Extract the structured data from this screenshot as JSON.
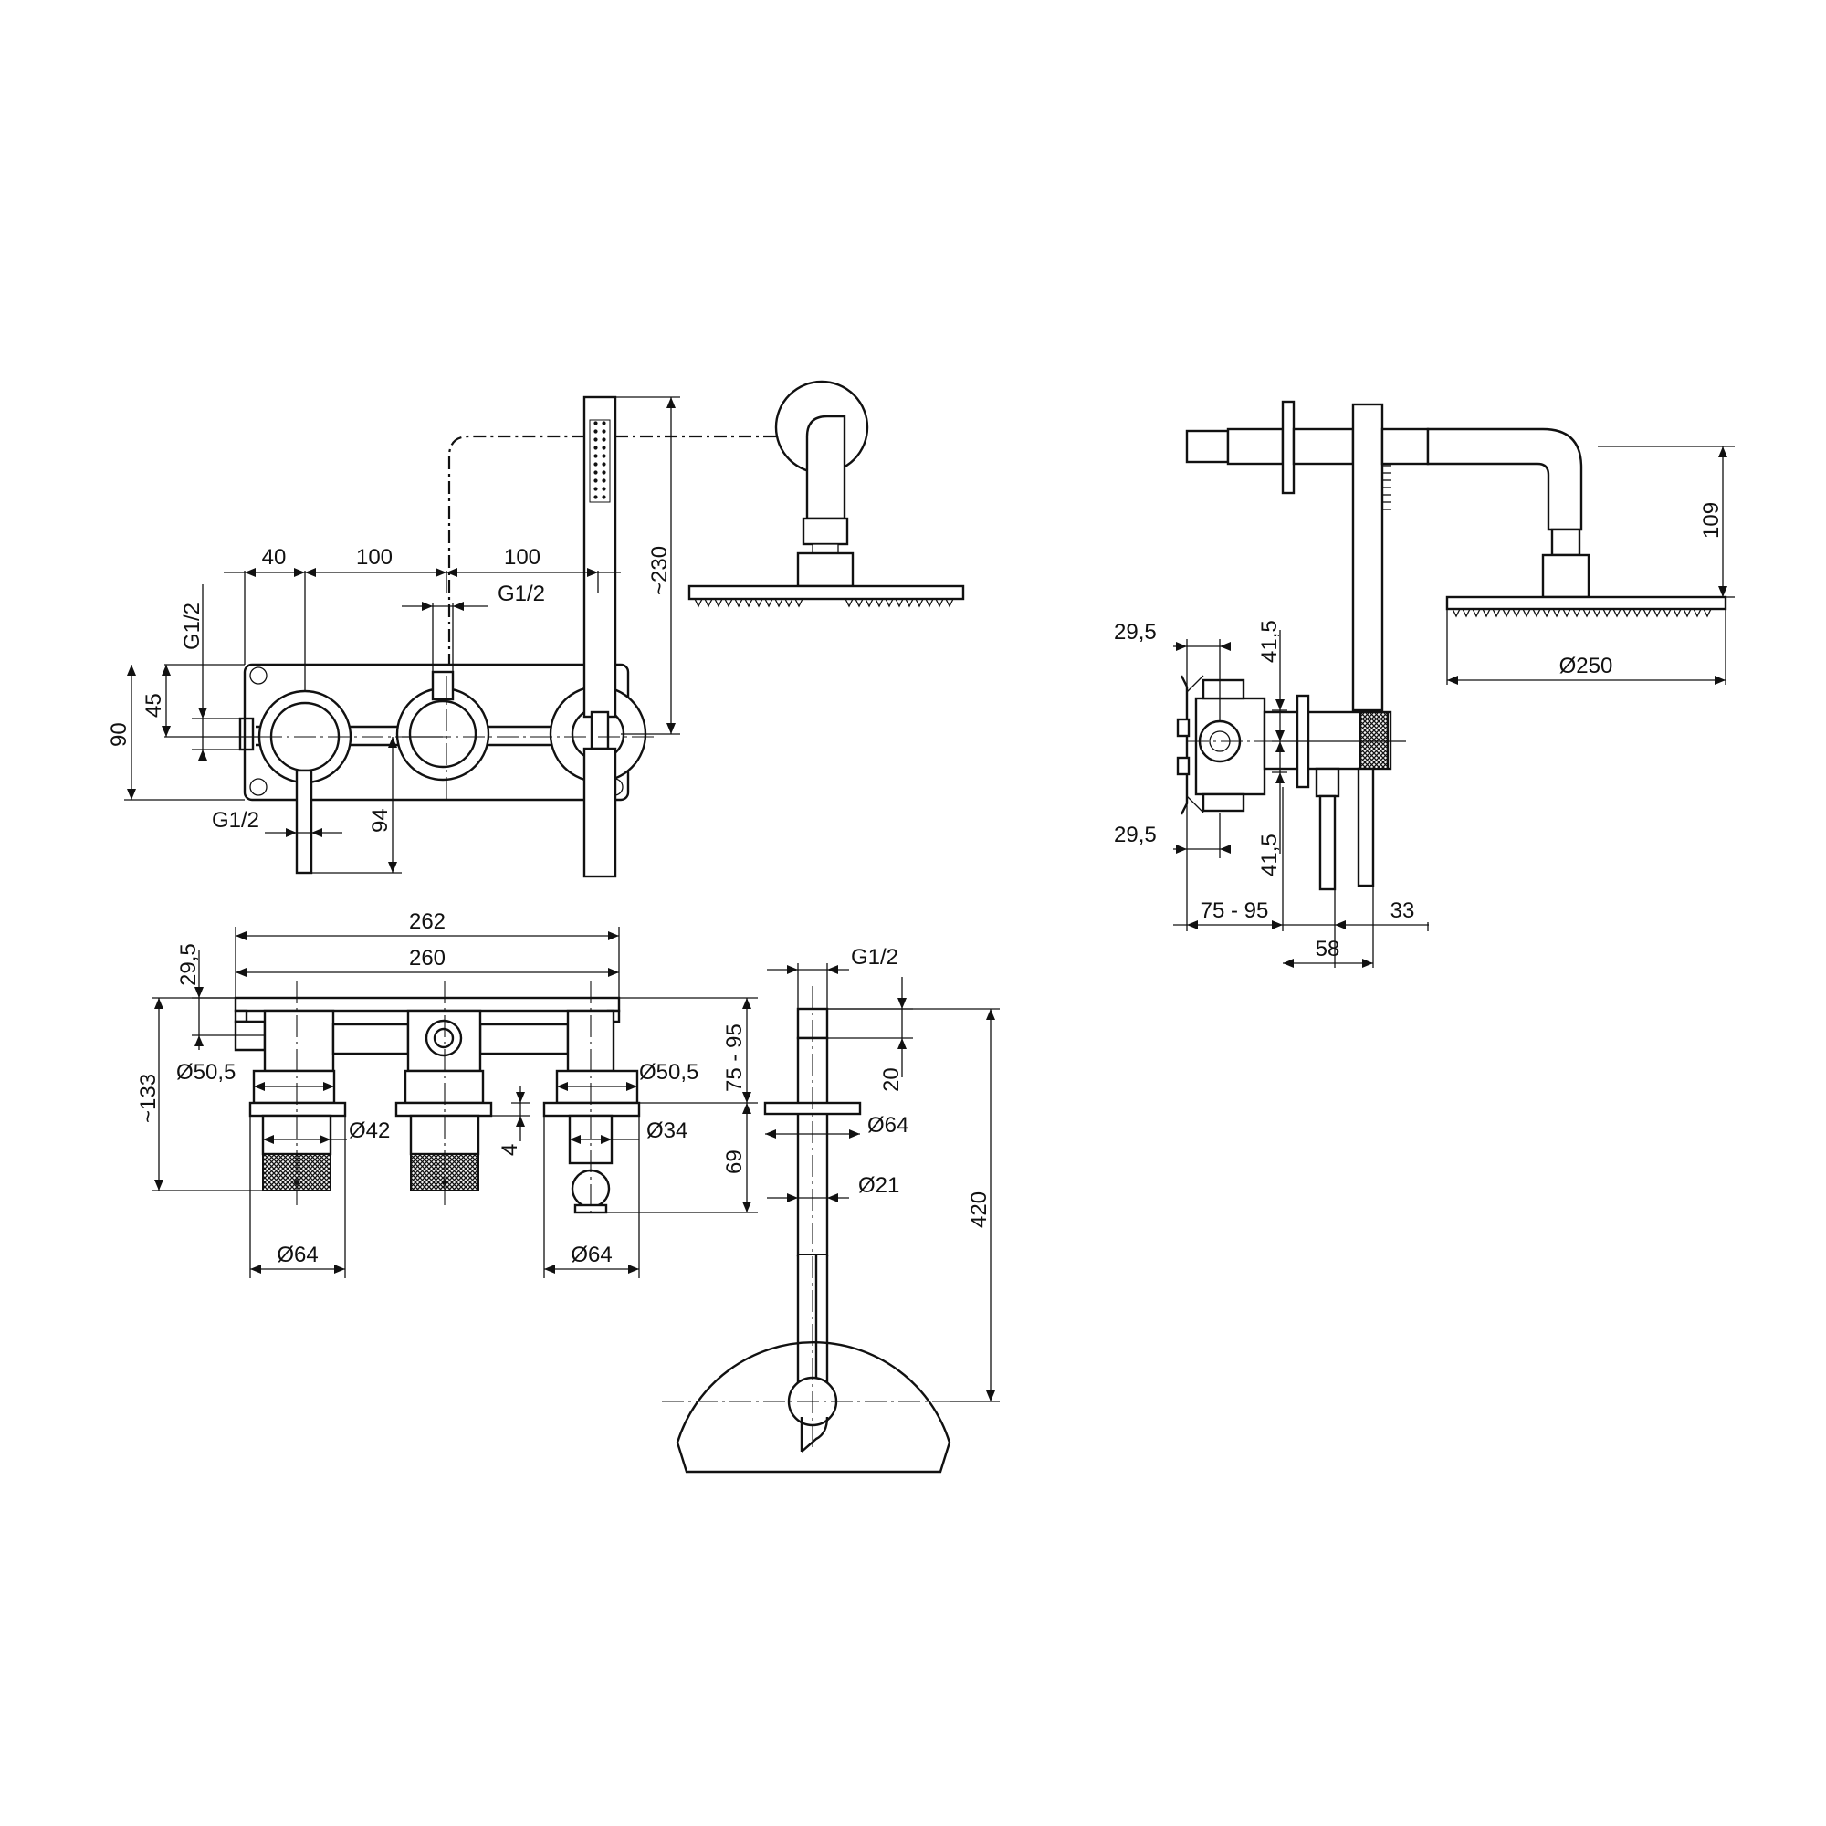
{
  "front_view": {
    "dim_40": "40",
    "dim_100_left": "100",
    "dim_100_right": "100",
    "thread_top_left": "G1/2",
    "thread_top_center": "G1/2",
    "thread_bottom": "G1/2",
    "dim_45": "45",
    "dim_90": "90",
    "dim_94": "94",
    "dim_230": "~230"
  },
  "side_view": {
    "dim_109": "109",
    "dim_250": "Ø250",
    "dim_295_top": "29,5",
    "dim_295_bottom": "29,5",
    "dim_415_top": "41,5",
    "dim_415_bottom": "41,5",
    "dim_7595": "75 - 95",
    "dim_33": "33",
    "dim_58": "58"
  },
  "top_view": {
    "dim_262": "262",
    "dim_260": "260",
    "dim_295": "29,5",
    "dim_133": "~133",
    "dim_505_left": "Ø50,5",
    "dim_505_right": "Ø50,5",
    "dim_42": "Ø42",
    "dim_34": "Ø34",
    "dim_4": "4",
    "dim_64_left": "Ø64",
    "dim_64_right": "Ø64",
    "dim_7595": "75 - 95",
    "dim_69": "69"
  },
  "shower_arm_view": {
    "thread": "G1/2",
    "dim_20": "20",
    "dim_64": "Ø64",
    "dim_21": "Ø21",
    "dim_420": "420"
  }
}
